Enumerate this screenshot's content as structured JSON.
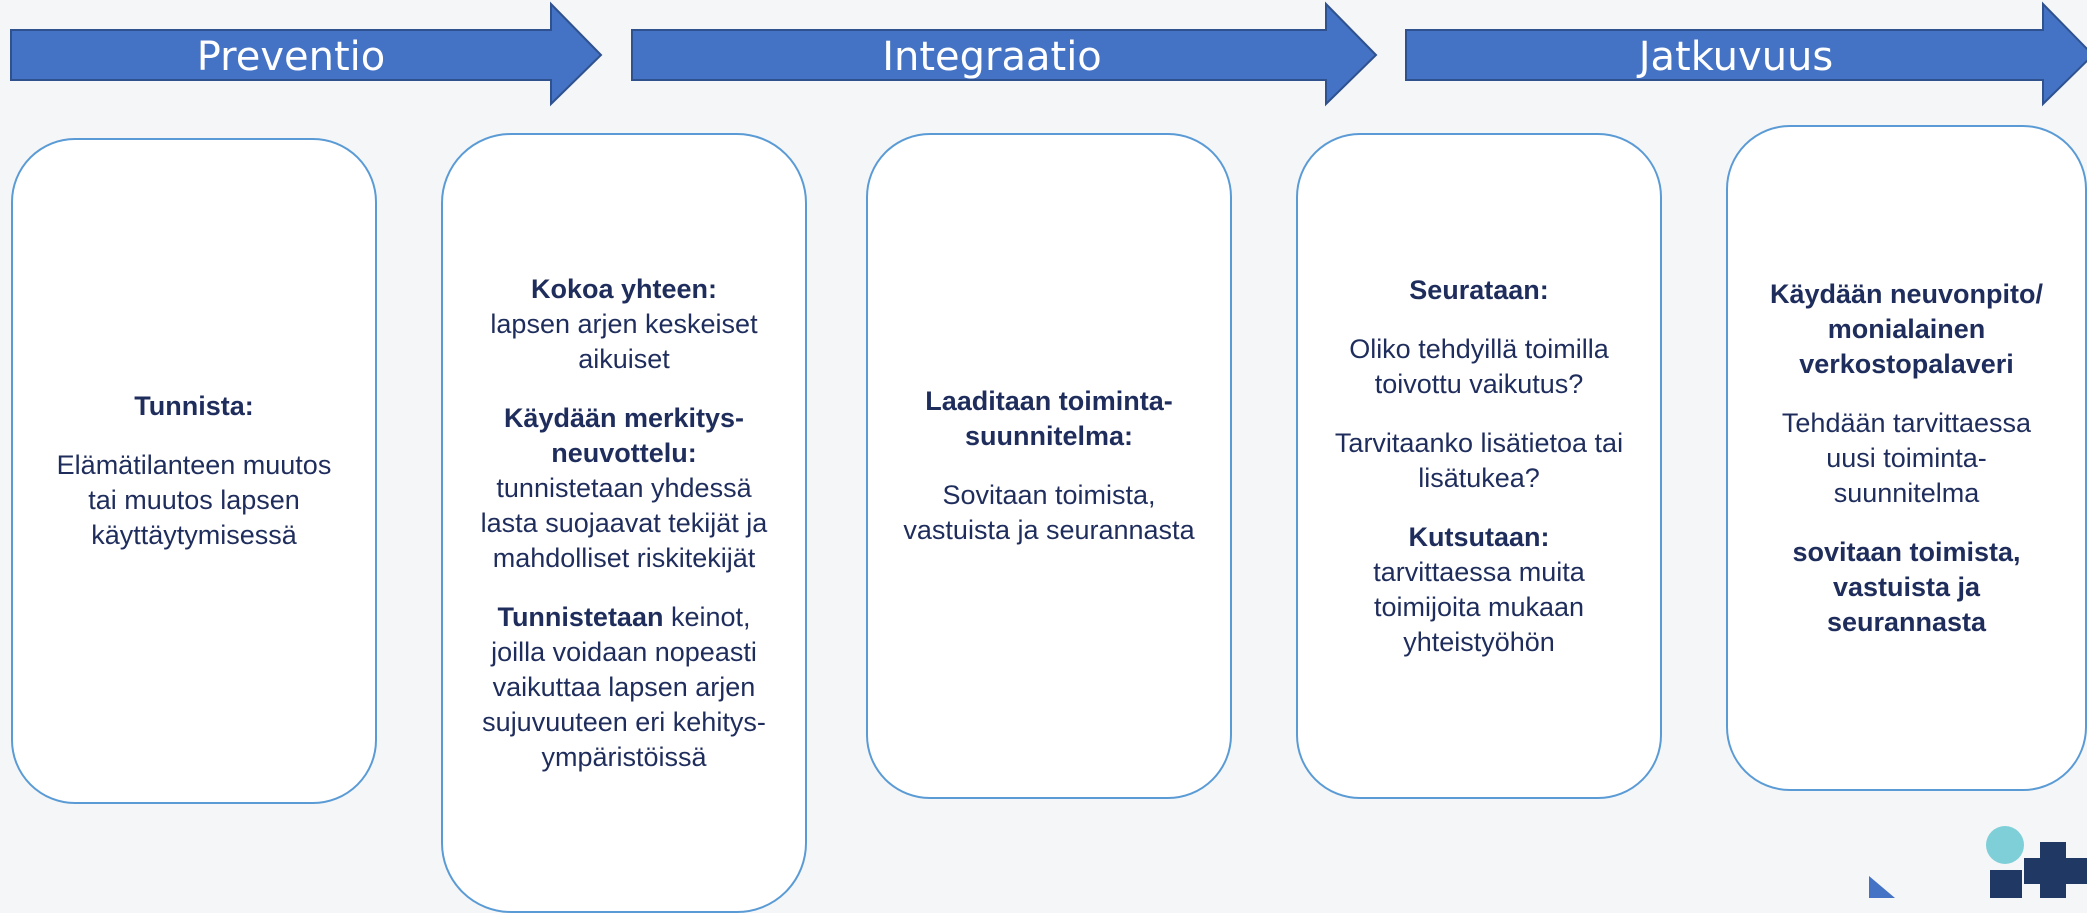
{
  "phases": [
    {
      "label": "Preventio"
    },
    {
      "label": "Integraatio"
    },
    {
      "label": "Jatkuvuus"
    }
  ],
  "cards": [
    {
      "blocks": [
        {
          "bold": "Tunnista:",
          "text": ""
        },
        {
          "bold": "",
          "text": "Elämätilanteen muutos tai muutos lapsen käyttäytymisessä"
        }
      ]
    },
    {
      "blocks": [
        {
          "bold": "Kokoa yhteen:",
          "text": "lapsen arjen keskeiset aikuiset"
        },
        {
          "bold": "Käydään merkitys-neuvottelu:",
          "text": "tunnistetaan yhdessä lasta suojaavat tekijät ja mahdolliset riskitekijät"
        },
        {
          "bold": "Tunnistetaan",
          "text": "keinot, joilla voidaan nopeasti vaikuttaa lapsen arjen sujuvuuteen eri kehitys-ympäristöissä"
        }
      ]
    },
    {
      "blocks": [
        {
          "bold": "Laaditaan toiminta-suunnitelma:",
          "text": ""
        },
        {
          "bold": "",
          "text": "Sovitaan toimista, vastuista ja seurannasta"
        }
      ]
    },
    {
      "blocks": [
        {
          "bold": "Seurataan:",
          "text": ""
        },
        {
          "bold": "",
          "text": "Oliko tehdyillä toimilla toivottu vaikutus?"
        },
        {
          "bold": "",
          "text": "Tarvitaanko lisätietoa tai lisätukea?"
        },
        {
          "bold": "Kutsutaan:",
          "text": "tarvittaessa muita toimijoita  mukaan yhteistyöhön"
        }
      ]
    },
    {
      "blocks": [
        {
          "bold": "Käydään neuvonpito/ monialainen verkostopalaveri",
          "text": ""
        },
        {
          "bold": "",
          "text": "Tehdään tarvittaessa uusi toiminta-suunnitelma"
        },
        {
          "bold": "sovitaan toimista, vastuista ja seurannasta",
          "text": ""
        }
      ]
    }
  ],
  "colors": {
    "arrow_fill": "#4472c4",
    "card_border": "#5b9bd5",
    "text": "#1f2d5c",
    "logo_dot": "#7fcfd8",
    "logo_dark": "#1f3864"
  }
}
